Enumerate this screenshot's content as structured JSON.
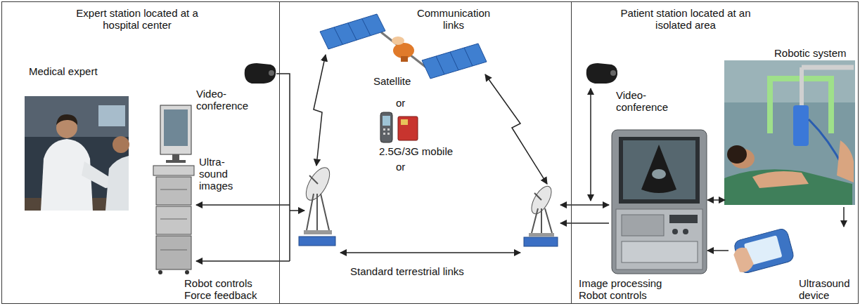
{
  "diagram": {
    "nodes": [
      {
        "text": [
          "Expert station located at a hospital center"
        ]
      },
      {
        "text": [
          "Medical expert"
        ],
        "in": 0
      },
      {
        "text": [
          "Video- conference"
        ],
        "in": 0
      },
      {
        "text": [
          "Communication links"
        ]
      },
      {
        "text": [
          "Satellite"
        ],
        "in": 3
      },
      {
        "text": [
          "2.5G/3G mobile"
        ],
        "in": 3
      },
      {
        "text": [
          "Patient station located at an isolated area"
        ]
      },
      {
        "text": [
          "Video- conference"
        ],
        "in": 6
      },
      {
        "text": [
          "Robotic system"
        ],
        "in": 6
      },
      {
        "text": [
          "Image processing Robot controls"
        ],
        "in": 6
      },
      {
        "text": [
          "Ultrasound device"
        ],
        "in": 6
      }
    ],
    "edges": [
      {
        "from": 9,
        "to": 8,
        "arrow": "both"
      },
      {
        "from": 8,
        "to": 10,
        "arrow": "to"
      },
      {
        "from": 10,
        "to": 9,
        "arrow": "to"
      }
    ],
    "labels": [
      "Ultra- sound images",
      "Robot controls Force feedback",
      "or",
      "or",
      "Standard terrestrial links"
    ]
  }
}
